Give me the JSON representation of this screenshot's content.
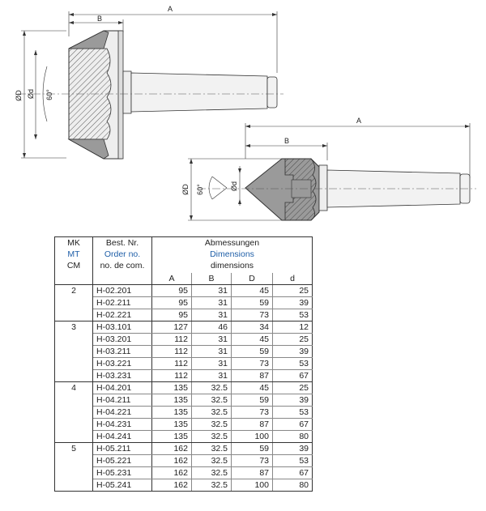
{
  "drawing_top": {
    "dim_A": "A",
    "dim_B": "B",
    "dim_D": "ØD",
    "dim_d": "Ød",
    "angle": "60°"
  },
  "drawing_bottom": {
    "dim_A": "A",
    "dim_B": "B",
    "dim_D": "ØD",
    "dim_d": "Ød",
    "angle": "60°"
  },
  "table": {
    "header": {
      "col1": [
        "MK",
        "MT",
        "CM"
      ],
      "col2": [
        "Best. Nr.",
        "Order no.",
        "no. de com."
      ],
      "group": [
        "Abmessungen",
        "Dimensions",
        "dimensions"
      ],
      "dims": [
        "A",
        "B",
        "D",
        "d"
      ]
    },
    "groups": [
      {
        "mk": "2",
        "rows": [
          {
            "order": "H-02.201",
            "A": "95",
            "B": "31",
            "D": "45",
            "d": "25"
          },
          {
            "order": "H-02.211",
            "A": "95",
            "B": "31",
            "D": "59",
            "d": "39"
          },
          {
            "order": "H-02.221",
            "A": "95",
            "B": "31",
            "D": "73",
            "d": "53"
          }
        ]
      },
      {
        "mk": "3",
        "rows": [
          {
            "order": "H-03.101",
            "A": "127",
            "B": "46",
            "D": "34",
            "d": "12"
          },
          {
            "order": "H-03.201",
            "A": "112",
            "B": "31",
            "D": "45",
            "d": "25"
          },
          {
            "order": "H-03.211",
            "A": "112",
            "B": "31",
            "D": "59",
            "d": "39"
          },
          {
            "order": "H-03.221",
            "A": "112",
            "B": "31",
            "D": "73",
            "d": "53"
          },
          {
            "order": "H-03.231",
            "A": "112",
            "B": "31",
            "D": "87",
            "d": "67"
          }
        ]
      },
      {
        "mk": "4",
        "rows": [
          {
            "order": "H-04.201",
            "A": "135",
            "B": "32.5",
            "D": "45",
            "d": "25"
          },
          {
            "order": "H-04.211",
            "A": "135",
            "B": "32.5",
            "D": "59",
            "d": "39"
          },
          {
            "order": "H-04.221",
            "A": "135",
            "B": "32.5",
            "D": "73",
            "d": "53"
          },
          {
            "order": "H-04.231",
            "A": "135",
            "B": "32.5",
            "D": "87",
            "d": "67"
          },
          {
            "order": "H-04.241",
            "A": "135",
            "B": "32.5",
            "D": "100",
            "d": "80"
          }
        ]
      },
      {
        "mk": "5",
        "rows": [
          {
            "order": "H-05.211",
            "A": "162",
            "B": "32.5",
            "D": "59",
            "d": "39"
          },
          {
            "order": "H-05.221",
            "A": "162",
            "B": "32.5",
            "D": "73",
            "d": "53"
          },
          {
            "order": "H-05.231",
            "A": "162",
            "B": "32.5",
            "D": "87",
            "d": "67"
          },
          {
            "order": "H-05.241",
            "A": "162",
            "B": "32.5",
            "D": "100",
            "d": "80"
          }
        ]
      }
    ]
  }
}
